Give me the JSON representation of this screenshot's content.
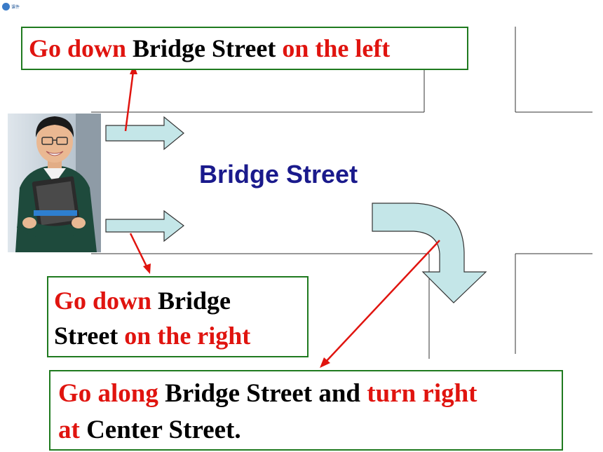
{
  "top_box": {
    "a": "Go down",
    "b": "Bridge Street",
    "c": "on the left"
  },
  "street_name": "Bridge Street",
  "mid_box": {
    "a": "Go down",
    "b": "Bridge",
    "c": "Street",
    "d": "on the right"
  },
  "bottom_box": {
    "a": "Go along",
    "b": "Bridge Street and",
    "c": "turn right",
    "d": "at",
    "e": "Center Street."
  },
  "logo": {
    "text": "课件"
  },
  "colors": {
    "instruction_red": "#e0140f",
    "street_blue": "#1a1a8c",
    "box_border": "#1f7a1f",
    "arrow_fill": "#c4e6e8"
  }
}
